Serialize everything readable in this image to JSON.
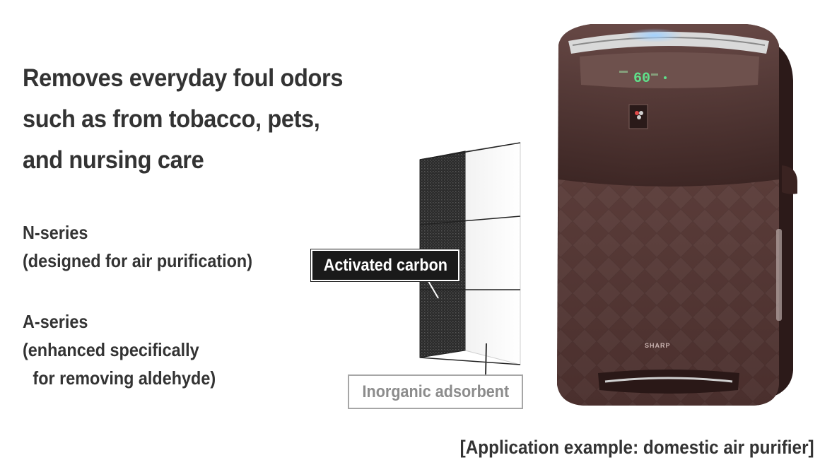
{
  "headline": {
    "line1": "Removes everyday foul odors",
    "line2": "such as from tobacco, pets,",
    "line3": "and nursing care"
  },
  "series": {
    "n": {
      "name": "N-series",
      "description": "(designed for air purification)"
    },
    "a": {
      "name": "A-series",
      "description_line1": "(enhanced specifically",
      "description_line2": "for removing aldehyde)"
    }
  },
  "labels": {
    "activated_carbon": "Activated carbon",
    "inorganic_adsorbent": "Inorganic adsorbent"
  },
  "purifier": {
    "brand": "SHARP",
    "display_value": "60",
    "body_color": "#4a2e2c"
  },
  "caption": "[Application example: domestic air purifier]"
}
